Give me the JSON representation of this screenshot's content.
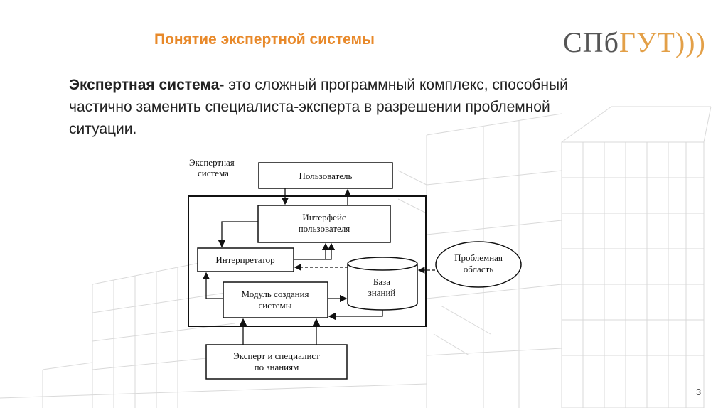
{
  "slide": {
    "title": "Понятие экспертной системы",
    "logo_left": "СПб",
    "logo_right": "ГУТ",
    "logo_waves": ")))",
    "definition_term": "Экспертная система-",
    "definition_rest": " это сложный программный комплекс, способный частично заменить специалиста-эксперта в разрешении проблемной ситуации.",
    "page_number": "3",
    "accent_color": "#e8892a"
  },
  "diagram": {
    "system_label_line1": "Экспертная",
    "system_label_line2": "система",
    "user": "Пользователь",
    "interface_line1": "Интерфейс",
    "interface_line2": "пользователя",
    "interpreter": "Интерпретатор",
    "module_line1": "Модуль создания",
    "module_line2": "системы",
    "kb_line1": "База",
    "kb_line2": "знаний",
    "problem_line1": "Проблемная",
    "problem_line2": "область",
    "expert_line1": "Эксперт и специалист",
    "expert_line2": "по знаниям"
  }
}
